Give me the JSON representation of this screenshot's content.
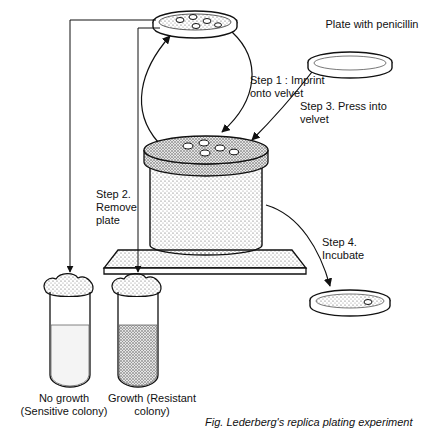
{
  "diagram": {
    "caption": "Fig. Lederberg's replica plating experiment",
    "labels": [
      "Step 1 : Imprint onto velvet",
      "Plate with penicillin",
      "Step 2. Remove plate",
      "Step 3. Press into velvet",
      "Step 4. Incubate",
      "No growth (Sensitive colony)",
      "Growth (Resistant colony)"
    ]
  }
}
